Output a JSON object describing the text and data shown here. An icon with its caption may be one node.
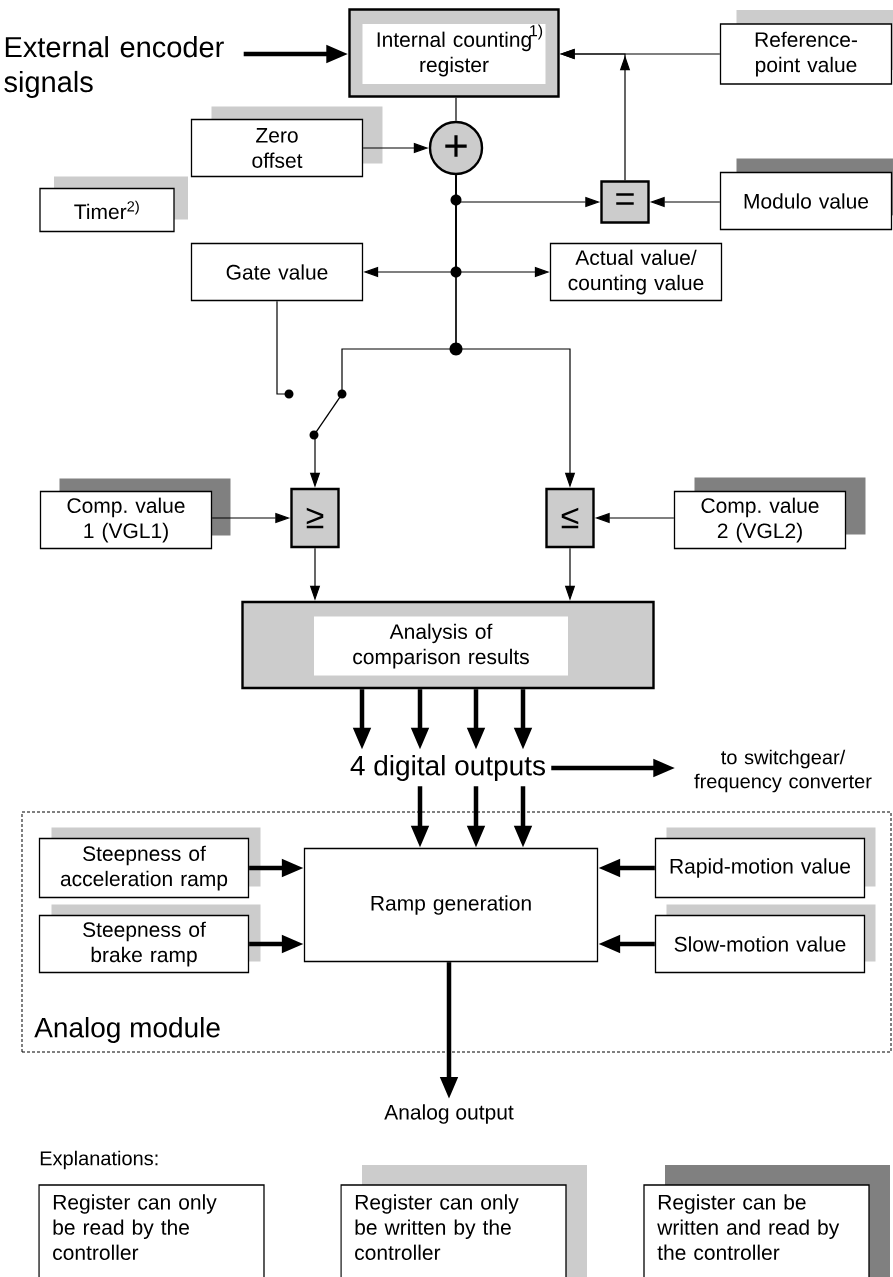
{
  "diagram": {
    "nodes": [
      {
        "text": [
          "External encoder signals"
        ]
      },
      {
        "text": [
          "Internal counting register",
          "1)"
        ]
      },
      {
        "text": [
          "Reference-point value"
        ]
      },
      {
        "text": [
          "Zero offset"
        ]
      },
      {
        "text": [
          "+"
        ]
      },
      {
        "text": [
          "Timer$^{2)}$"
        ]
      },
      {
        "text": [
          "="
        ]
      },
      {
        "text": [
          "Modulo value"
        ]
      },
      {
        "text": [
          "Gate value"
        ]
      },
      {
        "text": [
          "Actual value/ counting value"
        ]
      },
      {
        "text": [],
        "shape": "switch"
      },
      {
        "text": [
          "Comp. value 1 (VGL1)"
        ]
      },
      {
        "text": [
          "≥"
        ]
      },
      {
        "text": [
          "≤"
        ]
      },
      {
        "text": [
          "Comp. value 2 (VGL2)"
        ]
      },
      {
        "text": [
          "Analysis of comparison results"
        ]
      },
      {
        "text": [
          "4 digital outputs"
        ]
      },
      {
        "text": [
          "to switchgear/ frequency converter"
        ]
      },
      {
        "text": [
          "Analog module"
        ]
      },
      {
        "text": [
          "Steepness of acceleration ramp"
        ],
        "in": 18
      },
      {
        "text": [
          "Ramp generation"
        ],
        "in": 18
      },
      {
        "text": [
          "Rapid-motion value"
        ],
        "in": 18
      },
      {
        "text": [
          "Steepness of brake ramp"
        ],
        "in": 18
      },
      {
        "text": [
          "Slow-motion value"
        ],
        "in": 18
      },
      {
        "text": [
          "Analog output"
        ]
      }
    ],
    "edges": [
      {
        "from": 0,
        "to": 1,
        "arrow": "to",
        "style": "thick"
      },
      {
        "from": 2,
        "to": 1,
        "arrow": "to"
      },
      {
        "from": 6,
        "to": 1,
        "arrow": "to"
      },
      {
        "from": 1,
        "to": 4,
        "arrow": "none"
      },
      {
        "from": 3,
        "to": 4,
        "arrow": "to"
      },
      {
        "from": 7,
        "to": 6,
        "arrow": "to"
      },
      {
        "from": 4,
        "to": 6,
        "arrow": "to"
      },
      {
        "from": 4,
        "to": 8,
        "arrow": "to"
      },
      {
        "from": 4,
        "to": 9,
        "arrow": "to"
      },
      {
        "from": 4,
        "to": 10,
        "arrow": "none"
      },
      {
        "from": 8,
        "to": 10,
        "arrow": "none"
      },
      {
        "from": 10,
        "to": 12,
        "arrow": "to"
      },
      {
        "from": 4,
        "to": 13,
        "arrow": "to"
      },
      {
        "from": 11,
        "to": 12,
        "arrow": "to"
      },
      {
        "from": 14,
        "to": 13,
        "arrow": "to"
      },
      {
        "from": 12,
        "to": 15,
        "arrow": "to"
      },
      {
        "from": 13,
        "to": 15,
        "arrow": "to"
      },
      {
        "from": 15,
        "to": 16,
        "arrow": "to",
        "style": "thick"
      },
      {
        "from": 15,
        "to": 16,
        "arrow": "to",
        "style": "thick"
      },
      {
        "from": 15,
        "to": 16,
        "arrow": "to",
        "style": "thick"
      },
      {
        "from": 15,
        "to": 16,
        "arrow": "to",
        "style": "thick"
      },
      {
        "from": 16,
        "to": 17,
        "arrow": "to",
        "style": "thick"
      },
      {
        "from": 16,
        "to": 20,
        "arrow": "to",
        "style": "thick"
      },
      {
        "from": 16,
        "to": 20,
        "arrow": "to",
        "style": "thick"
      },
      {
        "from": 16,
        "to": 20,
        "arrow": "to",
        "style": "thick"
      },
      {
        "from": 19,
        "to": 20,
        "arrow": "to",
        "style": "thick"
      },
      {
        "from": 22,
        "to": 20,
        "arrow": "to",
        "style": "thick"
      },
      {
        "from": 21,
        "to": 20,
        "arrow": "to",
        "style": "thick"
      },
      {
        "from": 23,
        "to": 20,
        "arrow": "to",
        "style": "thick"
      },
      {
        "from": 20,
        "to": 24,
        "arrow": "to",
        "style": "thick"
      }
    ],
    "labels": [
      "Explanations:"
    ],
    "legend": [
      {
        "text": "Register can only be read by the controller"
      },
      {
        "text": "Register can only be written by the controller",
        "color": "#cccccc"
      },
      {
        "text": "Register can be written and read by the controller",
        "color": "#808080"
      }
    ]
  }
}
